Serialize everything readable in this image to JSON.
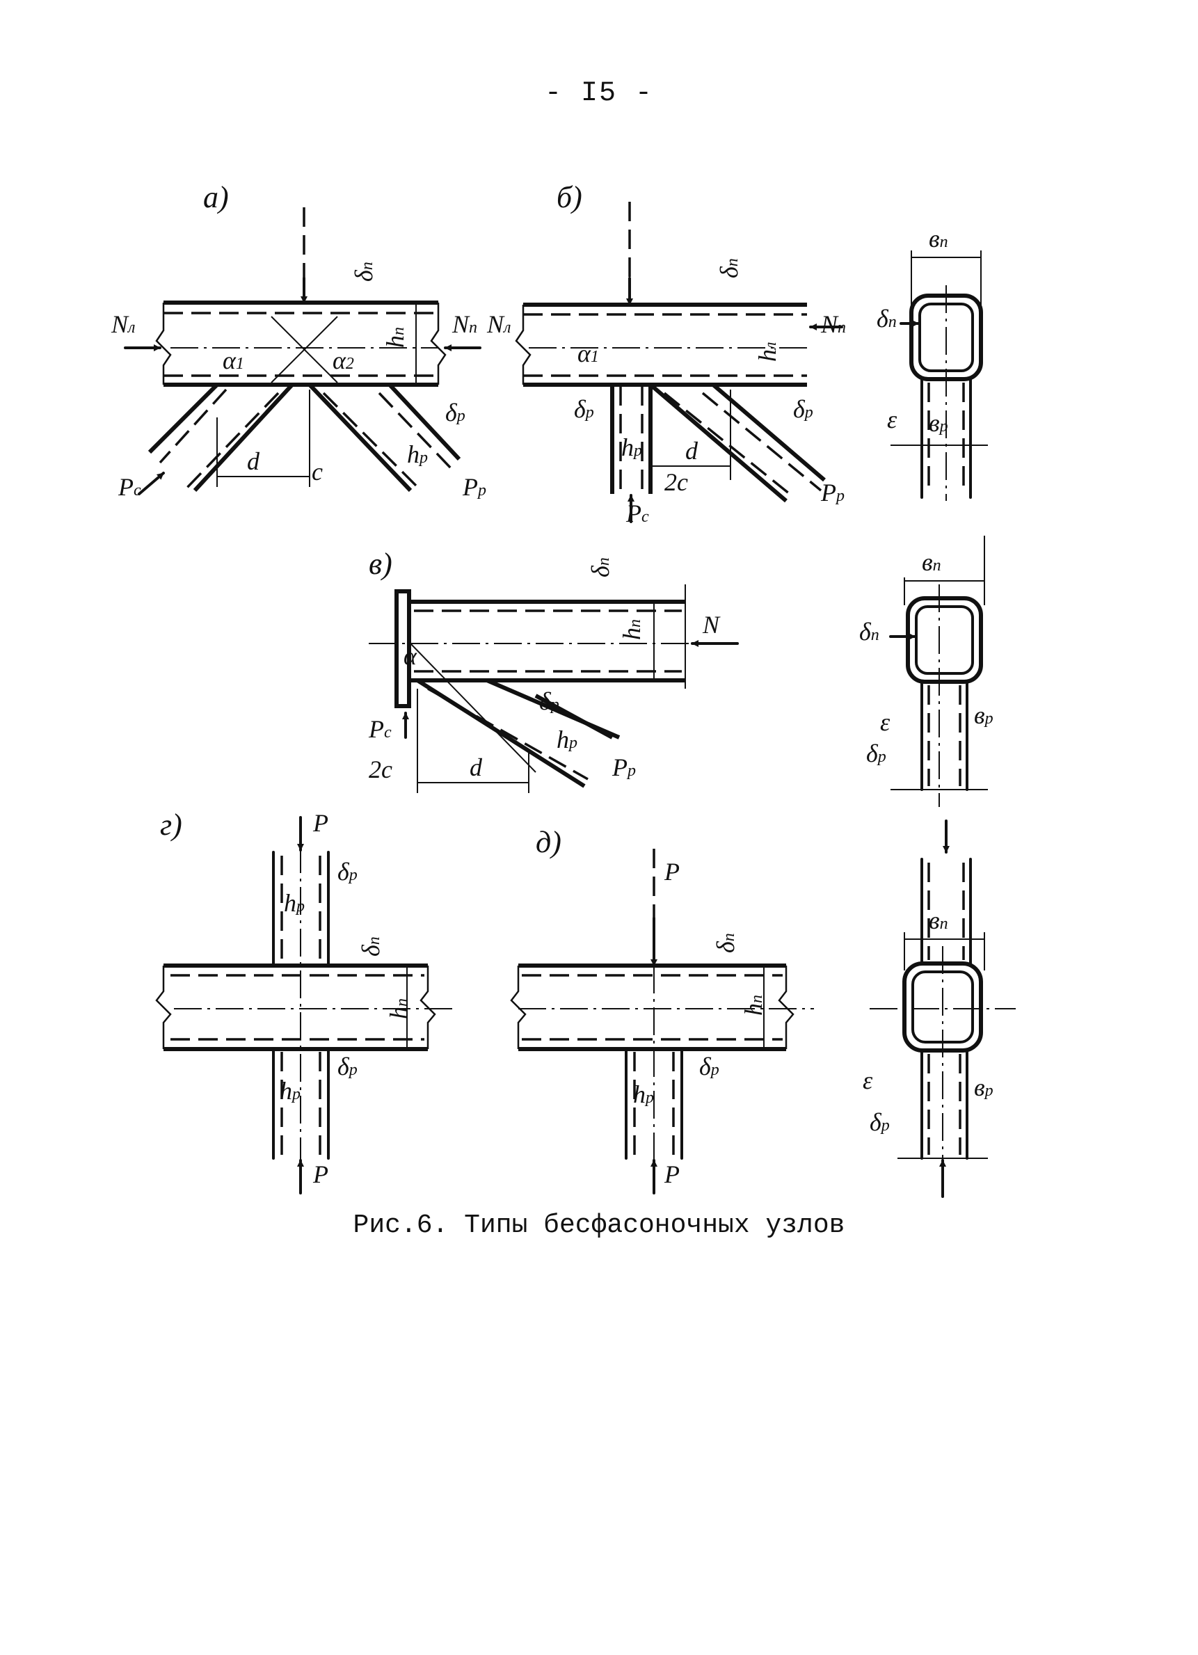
{
  "page_number": "- I5 -",
  "caption": "Рис.6. Типы бесфасоночных узлов",
  "panels": {
    "a": {
      "label": "а)"
    },
    "b": {
      "label": "б)"
    },
    "v": {
      "label": "в)"
    },
    "g": {
      "label": "г)"
    },
    "d": {
      "label": "д)"
    }
  },
  "labels": {
    "N_l": "N",
    "N_l_sub": "л",
    "N_p": "N",
    "N_p_sub": "п",
    "alpha1": "α",
    "alpha1_sub": "1",
    "alpha2": "α",
    "alpha2_sub": "2",
    "alpha": "α",
    "P_c": "P",
    "P_c_sub": "c",
    "P_r": "P",
    "P_r_sub": "р",
    "P": "P",
    "N": "N",
    "d": "d",
    "c": "c",
    "two_c": "2c",
    "h_p_chord": "h",
    "h_p_chord_sub": "п",
    "h_l": "h",
    "h_l_sub": "л",
    "h_br": "h",
    "h_br_sub": "р",
    "delta_p": "δ",
    "delta_p_sub": "п",
    "delta_r": "δ",
    "delta_r_sub": "р",
    "b_p": "в",
    "b_p_sub": "п",
    "b_r": "в",
    "b_r_sub": "р",
    "epsilon": "ε"
  }
}
